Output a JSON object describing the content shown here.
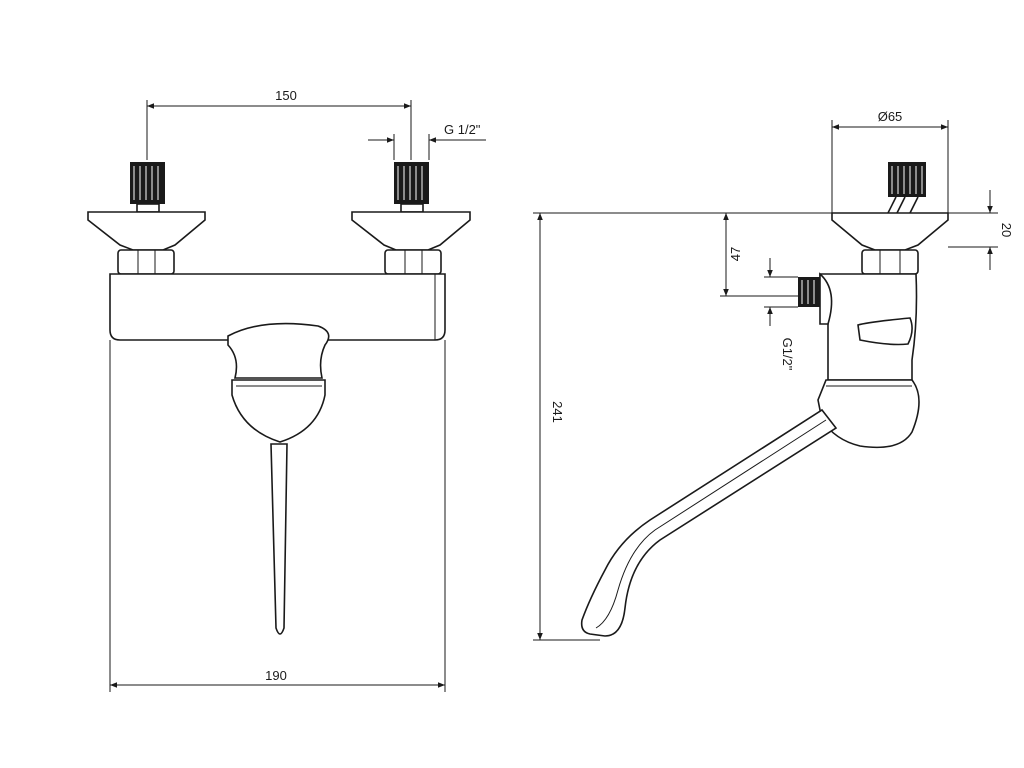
{
  "drawing": {
    "front_view": {
      "dim_inlet_spacing": "150",
      "dim_thread_top": "G 1/2\"",
      "dim_overall_width": "190"
    },
    "side_view": {
      "dim_flange_diameter": "Ø65",
      "dim_flange_height": "20",
      "dim_inlet_offset": "47",
      "dim_thread_side": "G1/2\"",
      "dim_total_height": "241"
    }
  },
  "colors": {
    "line": "#1a1a1a",
    "background": "#ffffff"
  }
}
